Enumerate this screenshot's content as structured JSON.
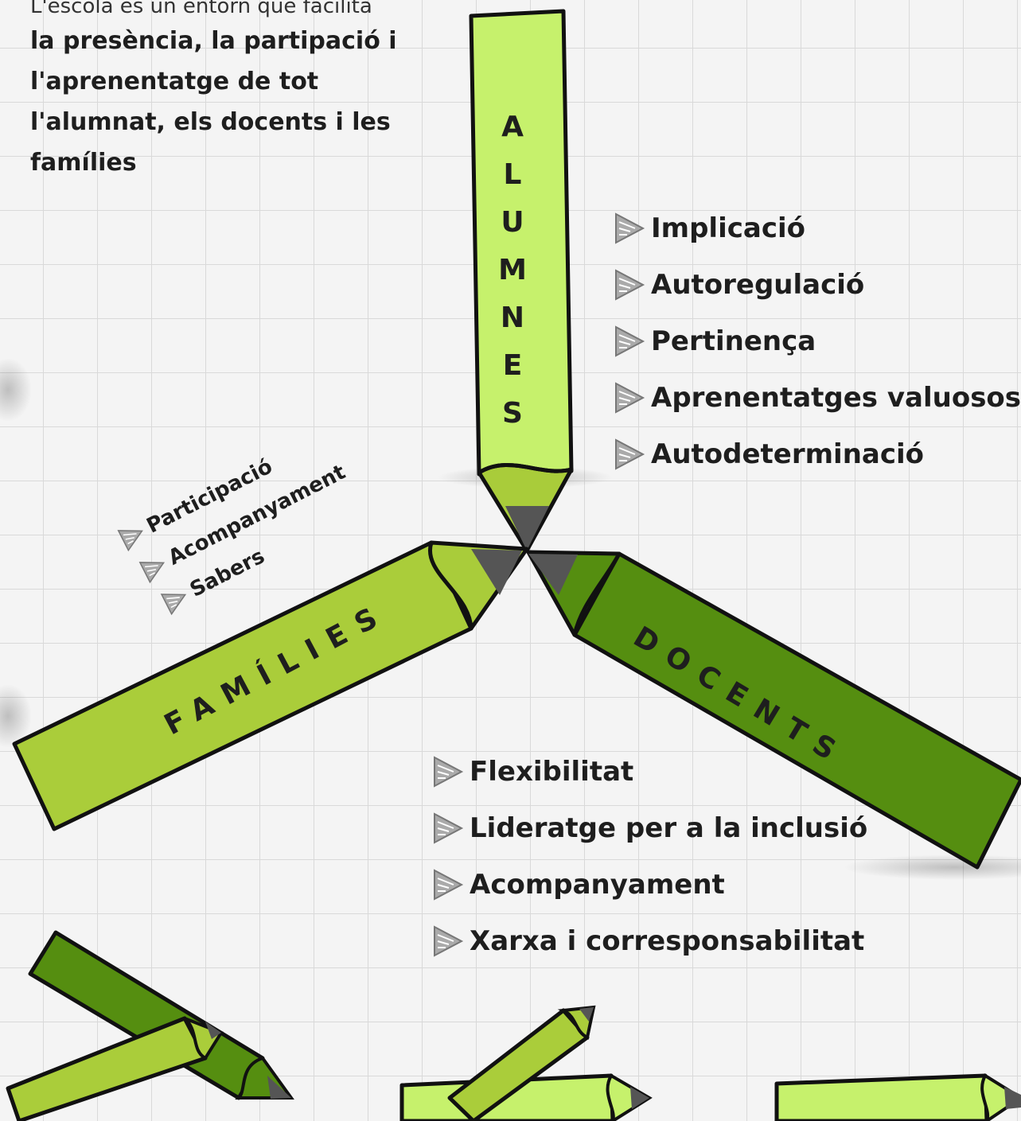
{
  "intro": {
    "line_light": "L'escola és un entorn que facilita",
    "line_bold_1": "la presència, la partipació i",
    "line_bold_2": "l'aprenentatge de tot",
    "line_bold_3": "l'alumnat, els docents i les",
    "line_bold_4": "famílies"
  },
  "colors": {
    "light_green": "#c6f16c",
    "mid_green": "#a9cc3a",
    "dark_green": "#558e10",
    "graphite": "#555555",
    "outline": "#111111"
  },
  "alumnes": {
    "letters": [
      "A",
      "L",
      "U",
      "M",
      "N",
      "E",
      "S"
    ],
    "items": [
      "Implicació",
      "Autoregulació",
      "Pertinença",
      "Aprenentatges valuosos",
      "Autodeterminació"
    ]
  },
  "families": {
    "title": "FAMÍLIES",
    "items": [
      "Participació",
      "Acompanyament",
      "Sabers"
    ]
  },
  "docents": {
    "title": "DOCENTS",
    "items": [
      "Flexibilitat",
      "Lideratge per a la inclusió",
      "Acompanyament",
      "Xarxa i corresponsabilitat"
    ]
  },
  "bullet_icon": "play-arrow-icon"
}
